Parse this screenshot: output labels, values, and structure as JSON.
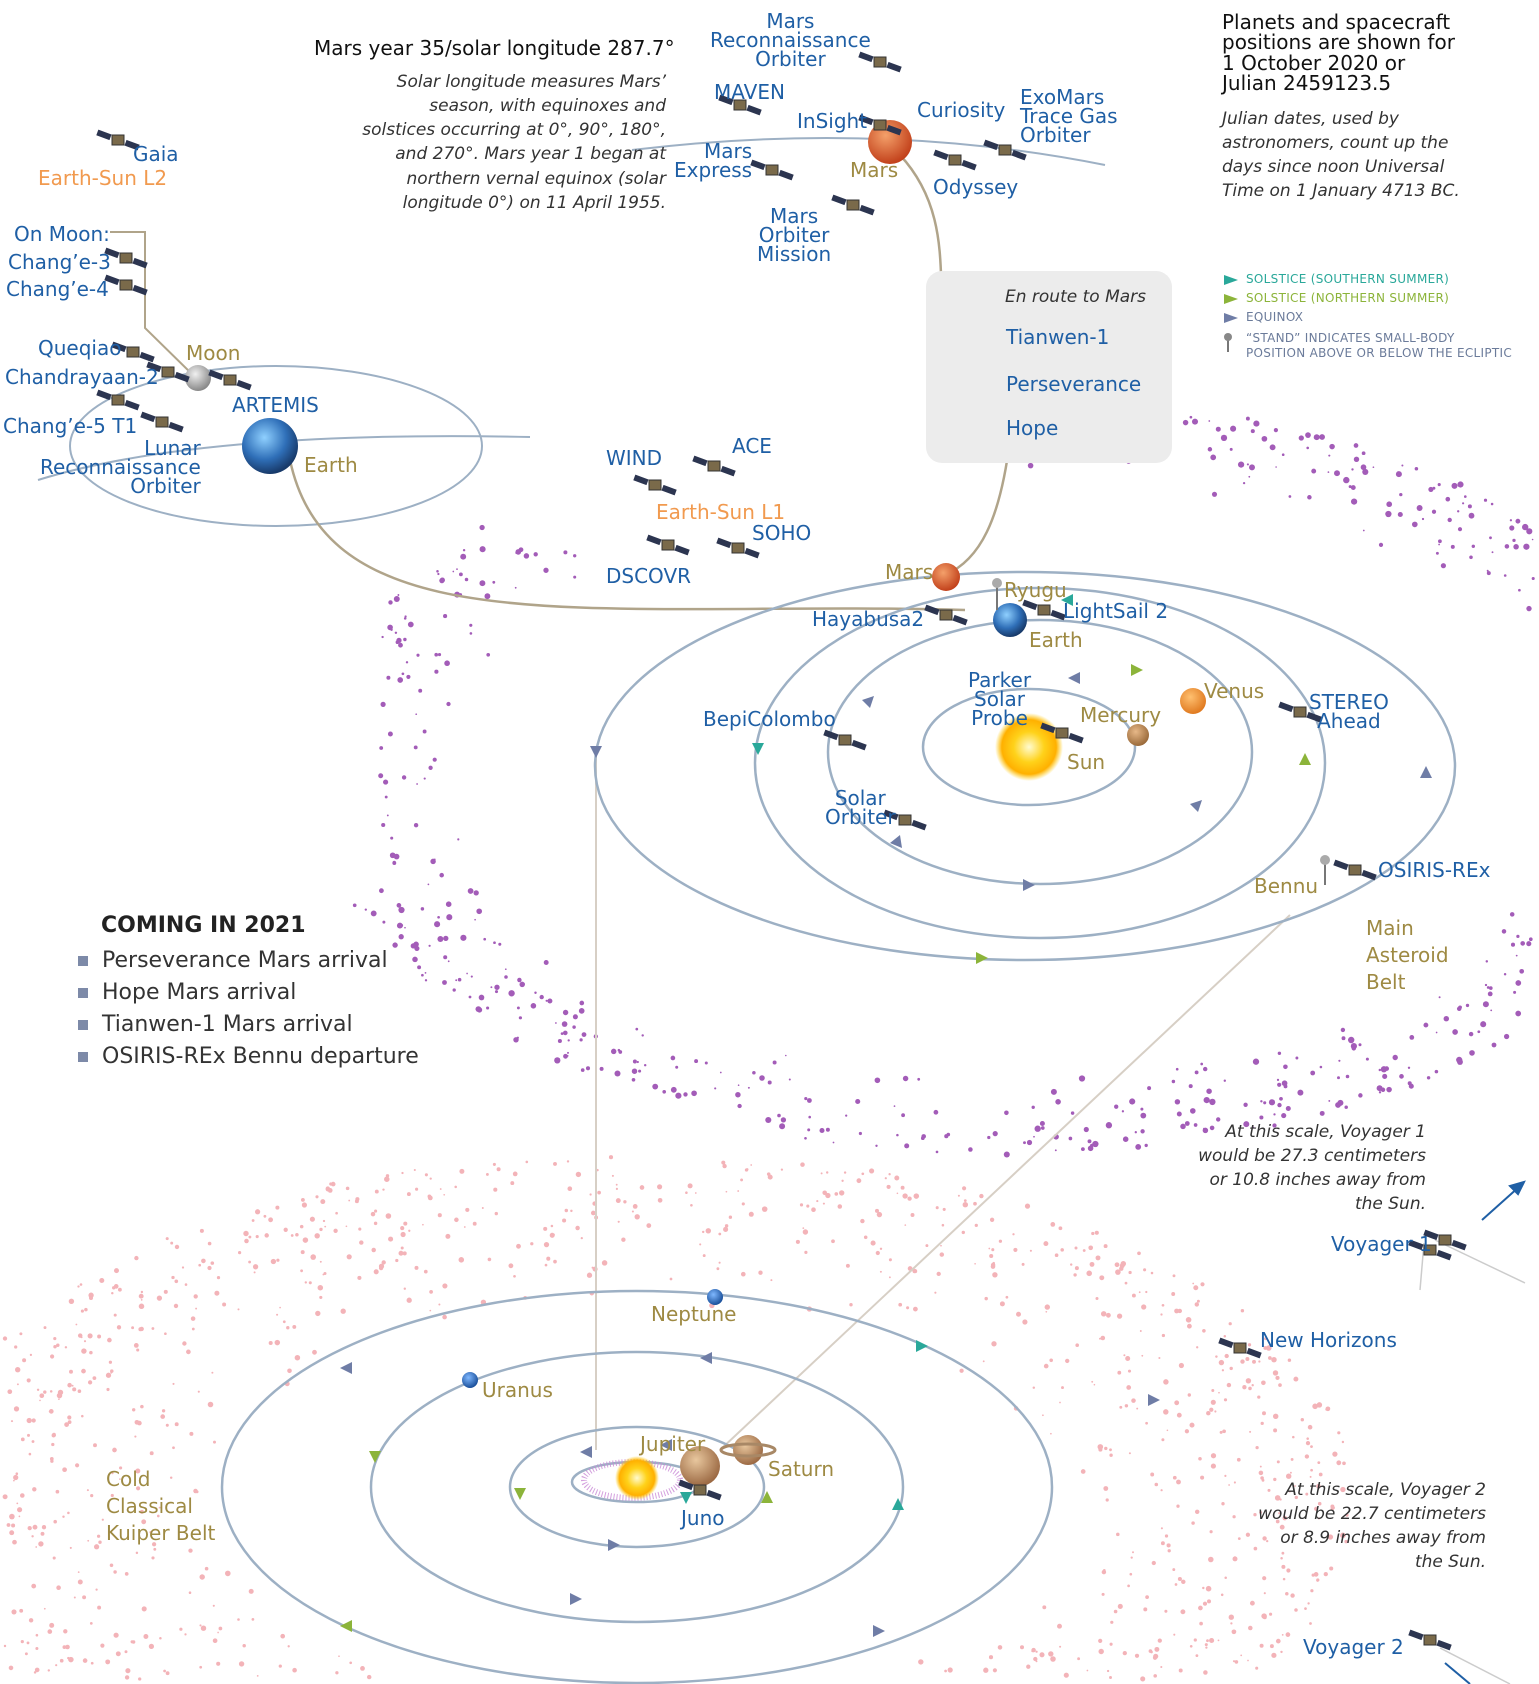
{
  "title": {
    "main": "Mars year 35/solar longitude 287.7°",
    "note": "Solar longitude measures Mars’ season, with equinoxes and solstices occurring at 0°, 90°, 180°, and 270°. Mars year 1 began at northern vernal equinox (solar longitude 0°) on 11 April 1955."
  },
  "positions": {
    "main": "Planets and spacecraft positions are shown for 1 October 2020 or Julian 2459123.5",
    "note": "Julian dates, used by astronomers, count up the days since noon Universal Time on 1 January 4713 BC."
  },
  "legend": {
    "solstice_south": "SOLSTICE (SOUTHERN SUMMER)",
    "solstice_north": "SOLSTICE (NORTHERN SUMMER)",
    "equinox": "EQUINOX",
    "stand_line1": "“STAND” INDICATES SMALL-BODY",
    "stand_line2": "POSITION ABOVE OR BELOW THE ECLIPTIC"
  },
  "colors": {
    "spacecraft_label": "#1f5fa5",
    "body_label": "#9e8a43",
    "lagrange_label": "#f19a4f",
    "orbit": "#9db0c4",
    "trajectory": "#b0a48a",
    "solstice_south": "#2aa89a",
    "solstice_north": "#8cb43a",
    "equinox": "#6f7da6",
    "asteroid_dot": "#a35cb8",
    "kuiper_dot": "#f3b3b8"
  },
  "en_route": {
    "title": "En route to Mars",
    "items": [
      "Tianwen-1",
      "Perseverance",
      "Hope"
    ]
  },
  "coming": {
    "title": "COMING IN 2021",
    "items": [
      "Perseverance Mars arrival",
      "Hope Mars arrival",
      "Tianwen-1 Mars arrival",
      "OSIRIS-REx Bennu departure"
    ]
  },
  "mars_system": {
    "planet": "Mars",
    "craft": [
      "Mars Reconnaissance Orbiter",
      "MAVEN",
      "InSight",
      "Curiosity",
      "ExoMars Trace Gas Orbiter",
      "Mars Express",
      "Odyssey",
      "Mars Orbiter Mission"
    ]
  },
  "earth_system": {
    "planet": "Earth",
    "moon": "Moon",
    "on_moon": "On Moon:",
    "craft": [
      "Chang’e-3",
      "Chang’e-4",
      "Queqiao",
      "Chandrayaan-2",
      "ARTEMIS",
      "Chang’e-5 T1",
      "Lunar Reconnaissance Orbiter",
      "Gaia"
    ],
    "l2": "Earth-Sun L2"
  },
  "l1_system": {
    "point": "Earth-Sun L1",
    "craft": [
      "WIND",
      "ACE",
      "SOHO",
      "DSCOVR"
    ]
  },
  "inner": {
    "bodies": [
      "Mars",
      "Ryugu",
      "Earth",
      "Venus",
      "Mercury",
      "Sun",
      "Bennu"
    ],
    "craft": [
      "Hayabusa2",
      "LightSail 2",
      "Parker Solar Probe",
      "BepiColombo",
      "STEREO Ahead",
      "Solar Orbiter",
      "OSIRIS-REx"
    ],
    "belt": "Main Asteroid Belt"
  },
  "outer": {
    "bodies": [
      "Neptune",
      "Uranus",
      "Jupiter",
      "Saturn"
    ],
    "craft": [
      "Juno",
      "New Horizons",
      "Voyager 1",
      "Voyager 2"
    ],
    "belt": "Cold Classical Kuiper Belt",
    "voyager1_note": "At this scale, Voyager 1 would be 27.3 centimeters or 10.8 inches away from the Sun.",
    "voyager2_note": "At this scale, Voyager 2 would be 22.7 centimeters or 8.9 inches away from the Sun."
  }
}
